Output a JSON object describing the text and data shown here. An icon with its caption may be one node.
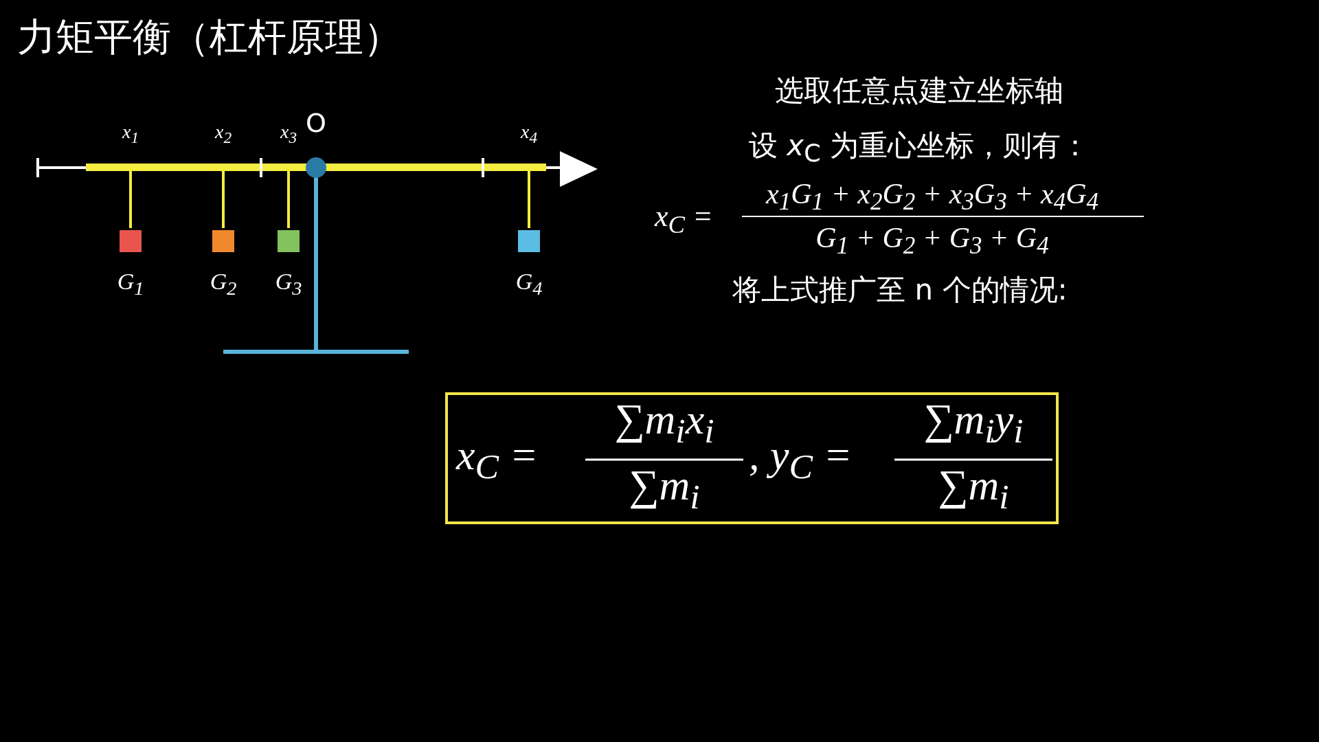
{
  "diagram": {
    "title": "力矩平衡（杠杆原理）",
    "nodes": [
      {
        "text": [],
        "shape": "box",
        "beside": [
          "G$_{1}$"
        ]
      },
      {
        "text": [],
        "shape": "box",
        "beside": [
          "G$_{2}$"
        ]
      },
      {
        "text": [],
        "shape": "box",
        "beside": [
          "G$_{3}$"
        ]
      },
      {
        "text": [],
        "shape": "box",
        "beside": [
          "G$_{4}$"
        ]
      },
      {
        "text": [
          "x$_{C}$ =",
          "∑m$_{i}$x$_{i}$",
          "∑m$_{i}$",
          ", y$_{C}$ =",
          "∑m$_{i}$y$_{i}$",
          "∑m$_{i}$"
        ]
      }
    ],
    "edges": [],
    "labels": [
      "x$_{1}$",
      "x$_{2}$",
      "x$_{3}$",
      "O",
      "x$_{4}$",
      "选取任意点建立坐标轴",
      "设 *x*$_{C}$ 为重心坐标，则有：",
      "x$_{C}$ =",
      "x$_{1}$G$_{1}$ + x$_{2}$G$_{2}$ + x$_{3}$G$_{3}$ + x$_{4}$G$_{4}$",
      "G$_{1}$ + G$_{2}$ + G$_{3}$ + G$_{4}$",
      "将上式推广至 n 个的情况:"
    ]
  }
}
